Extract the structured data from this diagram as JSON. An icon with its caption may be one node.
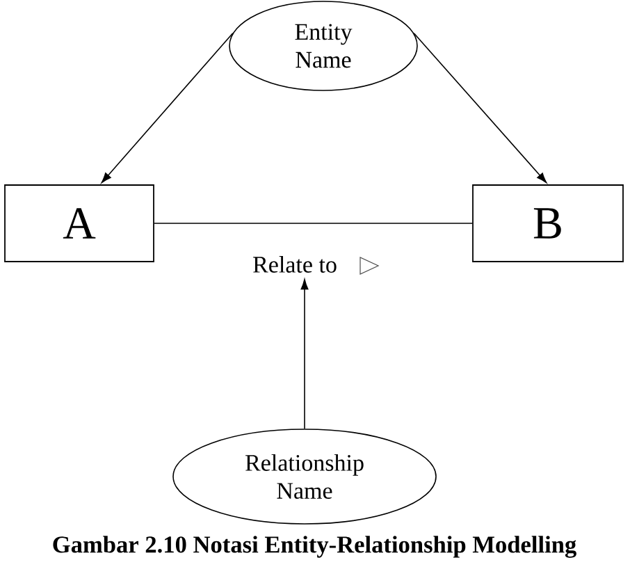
{
  "diagram": {
    "caption": "Gambar 2.10 Notasi Entity-Relationship Modelling",
    "nodes": [
      {
        "text": [
          "Entity Name"
        ]
      },
      {
        "text": [
          "A"
        ]
      },
      {
        "text": [
          "B"
        ]
      },
      {
        "text": [
          "Relate to"
        ]
      },
      {
        "text": [
          "Relationship Name"
        ]
      }
    ],
    "edges": [
      {
        "from": 0,
        "to": 1,
        "arrow": "to"
      },
      {
        "from": 0,
        "to": 2,
        "arrow": "to"
      },
      {
        "from": 1,
        "to": 2,
        "arrow": "none"
      },
      {
        "from": 4,
        "to": 3,
        "arrow": "to"
      }
    ]
  }
}
